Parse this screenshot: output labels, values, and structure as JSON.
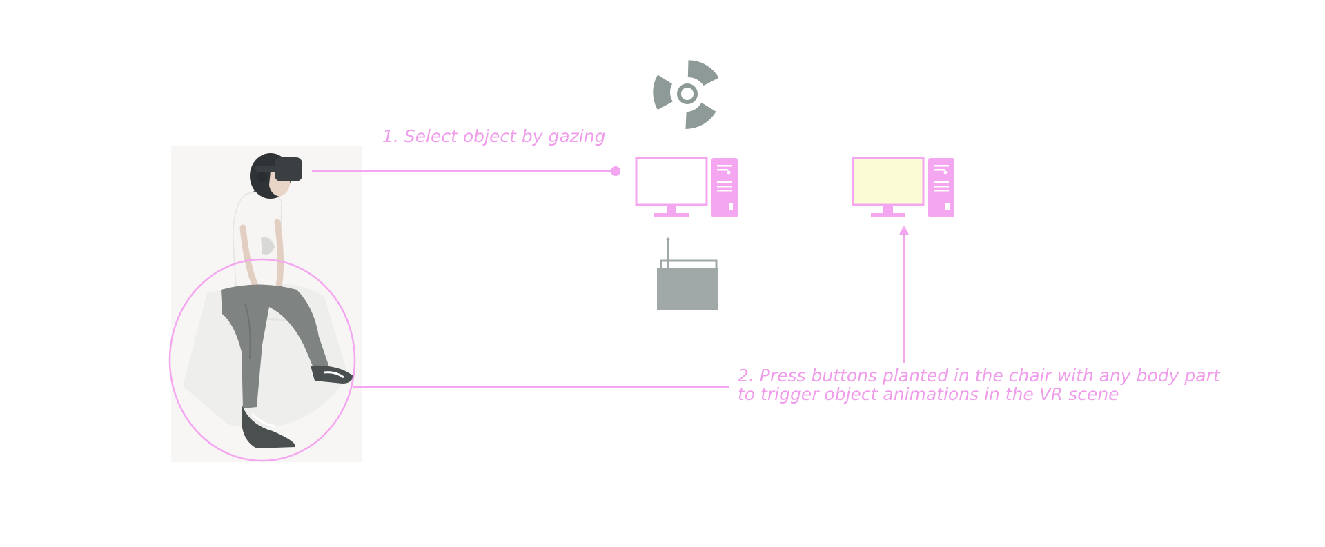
{
  "colors": {
    "accent": "#f4a6f0",
    "accent_text": "#ef9cea",
    "gray_icon": "#8e9a97",
    "router_gray": "#a0a9a7",
    "screen_fill": "#fbfbd6",
    "photo_bg": "#f7f6f4"
  },
  "icons": {
    "radiation": "radiation-icon",
    "computer_left": "desktop-computer-icon",
    "computer_right": "desktop-computer-icon",
    "router": "wireless-router-icon",
    "person": "person-with-vr-headset-photo"
  },
  "steps": {
    "step1": "1. Select object by gazing",
    "step2_line1": "2. Press buttons planted in the chair with any body part",
    "step2_line2": "to trigger object animations in the VR scene"
  }
}
